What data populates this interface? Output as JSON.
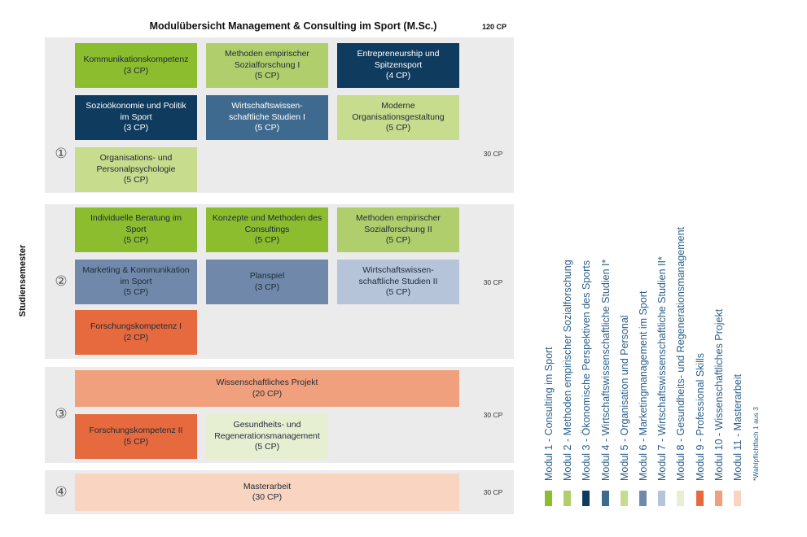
{
  "title": "Modulübersicht Management & Consulting im Sport (M.Sc.)",
  "total_cp": "120 CP",
  "side_label": "Studiensemester",
  "colors": {
    "m1": "#8bbd2e",
    "m2": "#b0cf6c",
    "m3": "#0f3b5f",
    "m4": "#3f6a8f",
    "m5": "#c7dc8c",
    "m6": "#7089ab",
    "m7": "#b6c4d9",
    "m8": "#e7efd2",
    "m9": "#e66a3e",
    "m10": "#f0a07c",
    "m11": "#f8d4c1"
  },
  "semesters": [
    {
      "num": "①",
      "cp": "30 CP",
      "modules": [
        {
          "lines": [
            "Kommunikationskompetenz",
            "(3 CP)"
          ],
          "module": "m1"
        },
        {
          "lines": [
            "Methoden empirischer",
            "Sozialforschung I",
            "(5 CP)"
          ],
          "module": "m2"
        },
        {
          "lines": [
            "Entrepreneurship und",
            "Spitzensport",
            "(4 CP)"
          ],
          "module": "m3"
        },
        {
          "lines": [
            "Sozioökonomie und Politik",
            "im Sport",
            "(3 CP)"
          ],
          "module": "m3"
        },
        {
          "lines": [
            "Wirtschaftswissen-",
            "schaftliche Studien I",
            "(5 CP)"
          ],
          "module": "m4"
        },
        {
          "lines": [
            "Moderne",
            "Organisationsgestaltung",
            "(5 CP)"
          ],
          "module": "m5"
        },
        {
          "lines": [
            "Organisations- und",
            "Personalpsychologie",
            "(5 CP)"
          ],
          "module": "m5"
        }
      ]
    },
    {
      "num": "②",
      "cp": "30 CP",
      "modules": [
        {
          "lines": [
            "Individuelle Beratung im",
            "Sport",
            "(5 CP)"
          ],
          "module": "m1"
        },
        {
          "lines": [
            "Konzepte und Methoden des",
            "Consultings",
            "(5 CP)"
          ],
          "module": "m1"
        },
        {
          "lines": [
            "Methoden empirischer",
            "Sozialforschung II",
            "(5 CP)"
          ],
          "module": "m2"
        },
        {
          "lines": [
            "Marketing & Kommunikation",
            "im Sport",
            "(5 CP)"
          ],
          "module": "m6"
        },
        {
          "lines": [
            "Planspiel",
            "(3 CP)"
          ],
          "module": "m6"
        },
        {
          "lines": [
            "Wirtschaftswissen-",
            "schaftliche Studien II",
            "(5 CP)"
          ],
          "module": "m7"
        },
        {
          "lines": [
            "Forschungskompetenz I",
            "(2 CP)"
          ],
          "module": "m9"
        }
      ]
    },
    {
      "num": "③",
      "cp": "30 CP",
      "modules": [
        {
          "lines": [
            "Wissenschaftliches Projekt",
            "(20 CP)"
          ],
          "module": "m10"
        },
        {
          "lines": [
            "Forschungskompetenz II",
            "(5 CP)"
          ],
          "module": "m9"
        },
        {
          "lines": [
            "Gesundheits- und",
            "Regenerationsmanagement",
            "(5 CP)"
          ],
          "module": "m8"
        }
      ]
    },
    {
      "num": "④",
      "cp": "30 CP",
      "modules": [
        {
          "lines": [
            "Masterarbeit",
            "(30 CP)"
          ],
          "module": "m11"
        }
      ]
    }
  ],
  "legend": [
    {
      "label": "Modul 1 - Consulting im Sport",
      "module": "m1"
    },
    {
      "label": "Modul 2 - Methoden empirischer Sozialforschung",
      "module": "m2"
    },
    {
      "label": "Modul 3 - Ökonomische Perspektiven des Sports",
      "module": "m3"
    },
    {
      "label": "Modul 4 - Wirtschaftswissenschaftliche Studien I*",
      "module": "m4"
    },
    {
      "label": "Modul 5 - Organisation und Personal",
      "module": "m5"
    },
    {
      "label": "Modul 6 - Marketingmanagement im Sport",
      "module": "m6"
    },
    {
      "label": "Modul 7 - Wirtschaftswissenschaftliche Studien II*",
      "module": "m7"
    },
    {
      "label": "Modul 8 - Gesundheits- und Regenerationsmanagement",
      "module": "m8"
    },
    {
      "label": "Modul 9 - Professional Skills",
      "module": "m9"
    },
    {
      "label": "Modul 10 - Wissenschaftliches Projekt",
      "module": "m10"
    },
    {
      "label": "Modul 11 - Masterarbeit",
      "module": "m11"
    }
  ],
  "legend_note": "*Wahlpflichtfach 1 aus 3"
}
